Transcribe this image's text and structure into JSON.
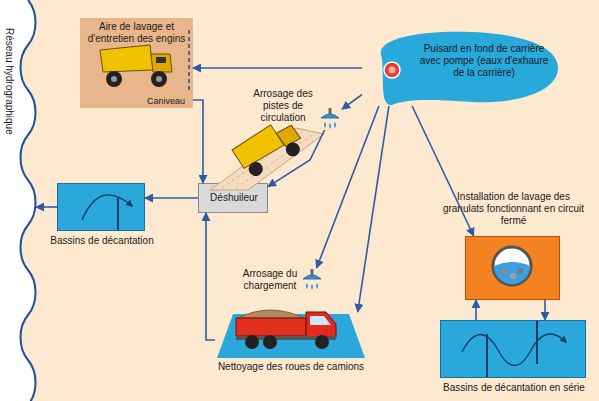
{
  "diagram": {
    "nodes": [
      {
        "text": [
          "Réseau hydrographique"
        ]
      },
      {
        "text": [
          "Aire de lavage et d'entretien des engins",
          "Caniveau"
        ]
      },
      {
        "text": [
          "Puisard en fond de carrière avec pompe (eaux d'exhaure de la carrière)"
        ]
      },
      {
        "text": [
          "Arrosage des pistes de circulation"
        ]
      },
      {
        "text": [
          "Déshuileur"
        ]
      },
      {
        "text": [
          "Bassins de décantation"
        ]
      },
      {
        "text": [
          "Arrosage du chargement"
        ]
      },
      {
        "text": [
          "Nettoyage des roues de camions"
        ]
      },
      {
        "text": [
          "Installation de lavage des granulats fonctionnant en circuit fermé"
        ]
      },
      {
        "text": [
          "Bassins de décantation en série"
        ]
      }
    ],
    "edges": [
      {
        "from": 2,
        "to": 1,
        "arrow": "to"
      },
      {
        "from": 2,
        "to": 3,
        "arrow": "to"
      },
      {
        "from": 2,
        "to": 6,
        "arrow": "to"
      },
      {
        "from": 2,
        "to": 7,
        "arrow": "to"
      },
      {
        "from": 2,
        "to": 8,
        "arrow": "to"
      },
      {
        "from": 1,
        "to": 4,
        "arrow": "to"
      },
      {
        "from": 3,
        "to": 4,
        "arrow": "to"
      },
      {
        "from": 7,
        "to": 4,
        "arrow": "to"
      },
      {
        "from": 4,
        "to": 5,
        "arrow": "to"
      },
      {
        "from": 5,
        "to": 0,
        "arrow": "to"
      },
      {
        "from": 9,
        "to": 8,
        "arrow": "to"
      },
      {
        "from": 8,
        "to": 9,
        "arrow": "to"
      }
    ]
  }
}
